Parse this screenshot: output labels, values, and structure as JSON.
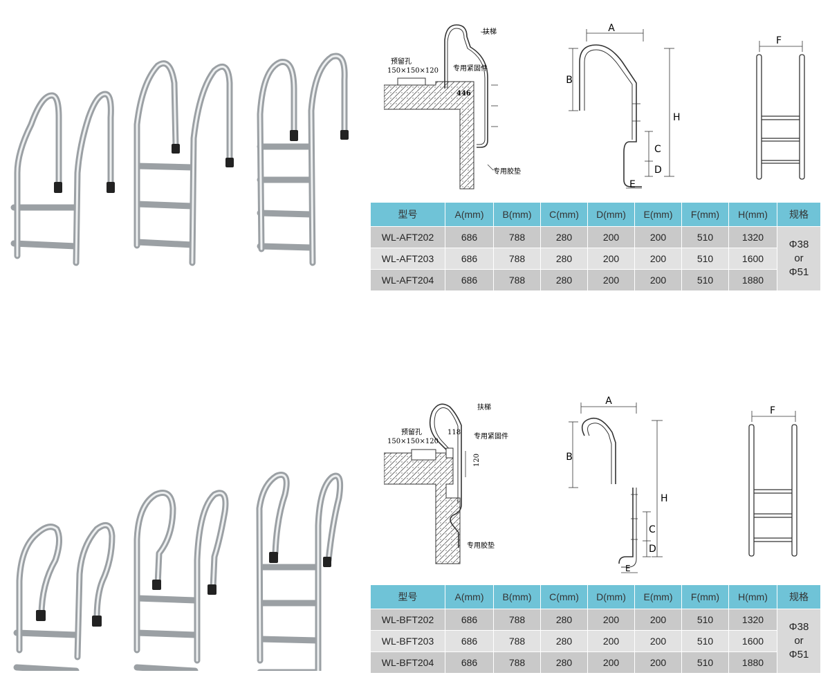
{
  "labels": {
    "handrail": "扶梯",
    "reserved_hole": "预留孔",
    "hole_size": "150×150×120",
    "fastener": "专用紧固件",
    "rubber_pad": "专用胶垫",
    "dim_446": "446",
    "dim_118": "118",
    "dim_120": "120",
    "A": "A",
    "B": "B",
    "C": "C",
    "D": "D",
    "E": "E",
    "F": "F",
    "H": "H"
  },
  "headers": [
    "型号",
    "A(mm)",
    "B(mm)",
    "C(mm)",
    "D(mm)",
    "E(mm)",
    "F(mm)",
    "H(mm)",
    "规格"
  ],
  "spec": {
    "line1": "Φ38",
    "line2": "or",
    "line3": "Φ51"
  },
  "table_a": {
    "rows": [
      [
        "WL-AFT202",
        "686",
        "788",
        "280",
        "200",
        "200",
        "510",
        "1320"
      ],
      [
        "WL-AFT203",
        "686",
        "788",
        "280",
        "200",
        "200",
        "510",
        "1600"
      ],
      [
        "WL-AFT204",
        "686",
        "788",
        "280",
        "200",
        "200",
        "510",
        "1880"
      ]
    ]
  },
  "table_b": {
    "rows": [
      [
        "WL-BFT202",
        "686",
        "788",
        "280",
        "200",
        "200",
        "510",
        "1320"
      ],
      [
        "WL-BFT203",
        "686",
        "788",
        "280",
        "200",
        "200",
        "510",
        "1600"
      ],
      [
        "WL-BFT204",
        "686",
        "788",
        "280",
        "200",
        "200",
        "510",
        "1880"
      ]
    ]
  }
}
